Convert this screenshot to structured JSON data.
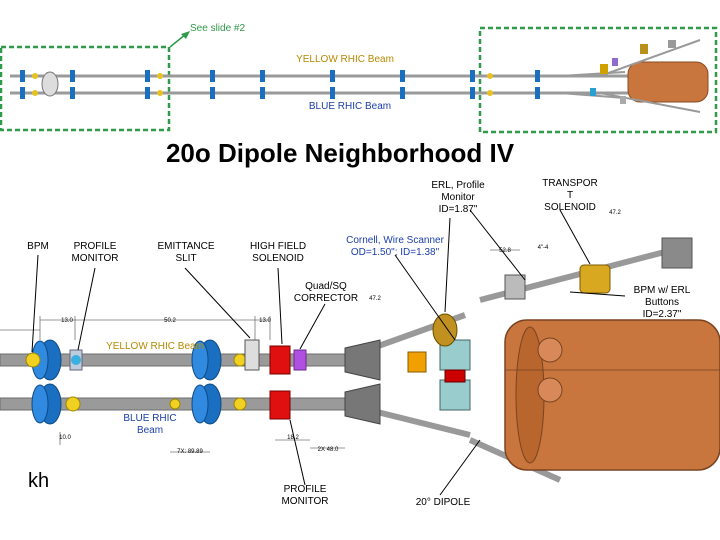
{
  "slide": {
    "title": "20o Dipole Neighborhood IV",
    "see_slide": "See slide #2",
    "signature": "kh"
  },
  "overview": {
    "yellow_beam": "YELLOW RHIC Beam",
    "blue_beam": "BLUE RHIC Beam"
  },
  "labels": {
    "bpm": "BPM",
    "profile_monitor": "PROFILE\nMONITOR",
    "emittance_slit": "EMITTANCE\nSLIT",
    "high_field_solenoid": "HIGH FIELD\nSOLENOID",
    "erl_profile_monitor": "ERL, Profile\nMonitor\nID=1.87\"",
    "transport_solenoid": "TRANSPOR\nT\nSOLENOID",
    "cornell_wire_scanner": "Cornell, Wire Scanner\nOD=1.50\"; ID=1.38\"",
    "quad_sq_corrector": "Quad/SQ\nCORRECTOR",
    "bpm_erl_buttons": "BPM w/ ERL\nButtons\nID=2.37\"",
    "yellow_beam": "YELLOW RHIC Beam",
    "blue_beam": "BLUE RHIC\nBeam",
    "profile_monitor_bottom": "PROFILE\nMONITOR",
    "dipole_20": "20° DIPOLE"
  },
  "dimensions": {
    "d1": "13.0",
    "d2": "50.2",
    "d3": "13.0",
    "d4": "47.2",
    "d5": "52.8",
    "d6": "4\"-4",
    "d7": "47.2",
    "d8": "10.0",
    "d9": "18.2",
    "d10": "2X 48.0",
    "d11": "7X: 89.89"
  },
  "colors": {
    "green_accent": "#2f9a49",
    "yellow_beam": "#b58a00",
    "blue_beam": "#1c3fa8",
    "pipe": "#8a8a8a",
    "magnet_blue": "#1a6fc0",
    "dipole": "#c8753e"
  }
}
